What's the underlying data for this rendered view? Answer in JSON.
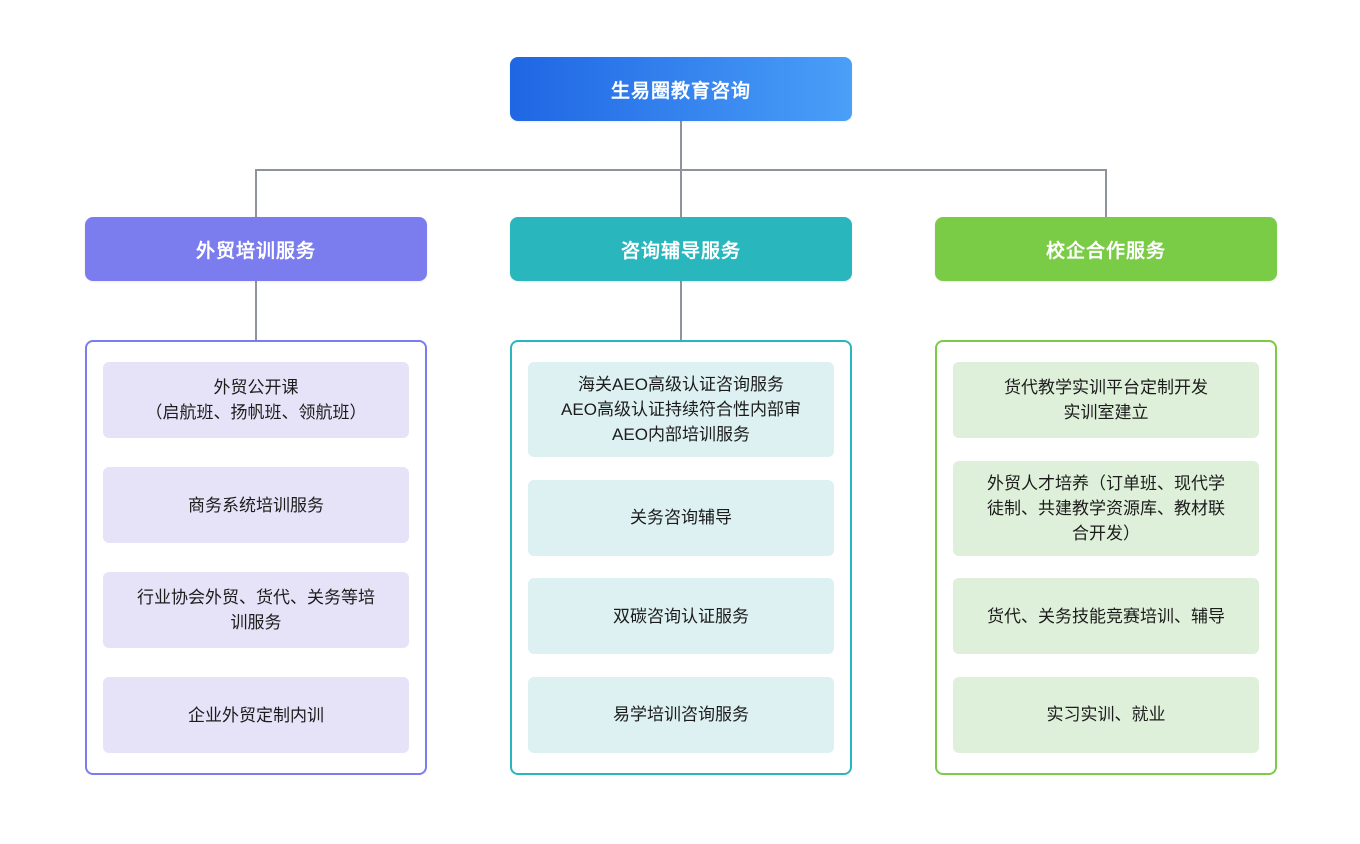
{
  "chart": {
    "type": "org-chart",
    "line_color": "#8f949c",
    "root": {
      "label": "生易圈教育咨询",
      "gradient_from": "#1f66e4",
      "gradient_to": "#4a9ff8",
      "text_color": "#ffffff"
    },
    "branches": [
      {
        "label": "外贸培训服务",
        "color": "#7b7cee",
        "item_bg": "#e6e3f8",
        "items": [
          "外贸公开课\n（启航班、扬帆班、领航班）",
          "商务系统培训服务",
          "行业协会外贸、货代、关务等培\n训服务",
          "企业外贸定制内训"
        ]
      },
      {
        "label": "咨询辅导服务",
        "color": "#29b6bc",
        "item_bg": "#ddf0f2",
        "items": [
          "海关AEO高级认证咨询服务\nAEO高级认证持续符合性内部审\nAEO内部培训服务",
          "关务咨询辅导",
          "双碳咨询认证服务",
          "易学培训咨询服务"
        ]
      },
      {
        "label": "校企合作服务",
        "color": "#7acb46",
        "item_bg": "#def0da",
        "items": [
          "货代教学实训平台定制开发\n实训室建立",
          "外贸人才培养（订单班、现代学\n徒制、共建教学资源库、教材联\n合开发）",
          "货代、关务技能竞赛培训、辅导",
          "实习实训、就业"
        ]
      }
    ]
  }
}
